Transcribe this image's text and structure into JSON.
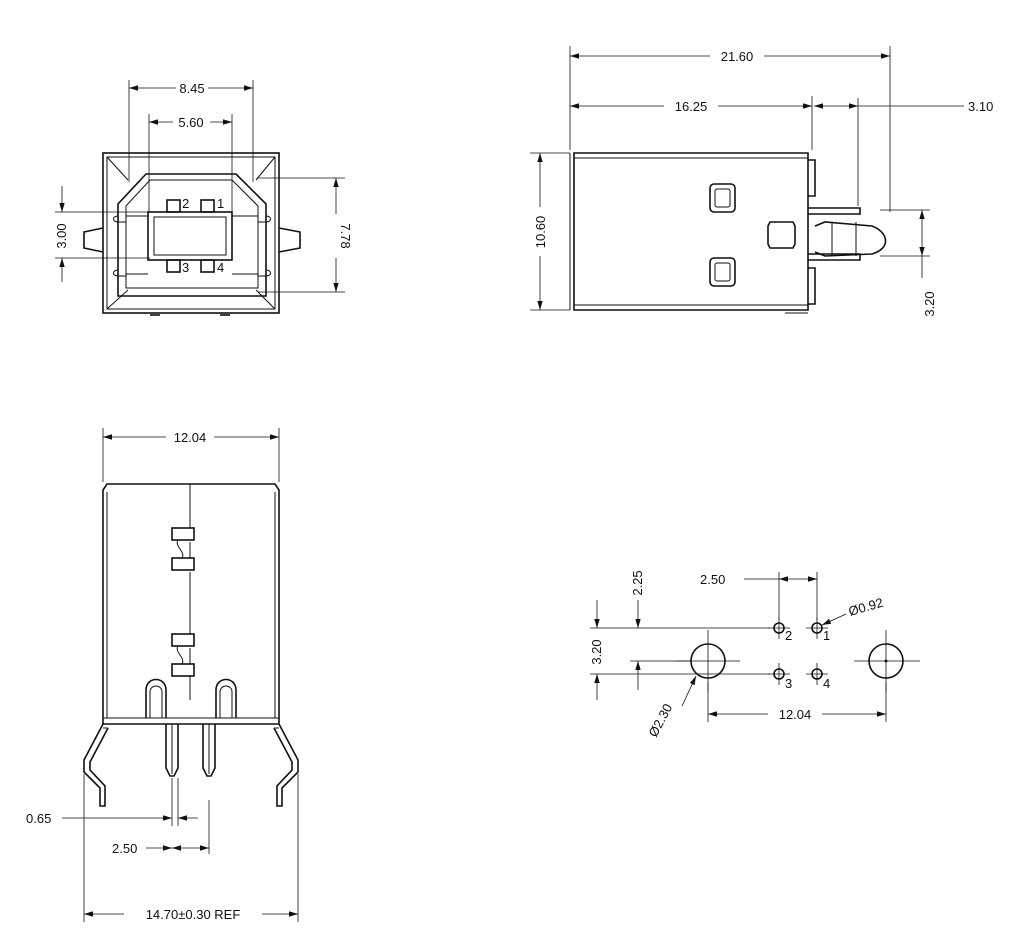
{
  "front_view": {
    "dim_width_outer": "8.45",
    "dim_width_inner": "5.60",
    "dim_height_left": "3.00",
    "dim_height_right": "7.78",
    "pins": [
      "1",
      "2",
      "3",
      "4"
    ]
  },
  "side_view": {
    "dim_total_length": "21.60",
    "dim_body_length": "16.25",
    "dim_pin_offset": "3.10",
    "dim_height": "10.60",
    "dim_pin_spacing": "3.20"
  },
  "top_view": {
    "dim_width": "12.04",
    "dim_pin_thickness": "0.65",
    "dim_pin_pitch": "2.50",
    "dim_overall": "14.70±0.30 REF"
  },
  "footprint": {
    "dim_pin_pitch_x": "2.50",
    "dim_offset_y": "2.25",
    "dim_pin_pitch_y": "3.20",
    "dim_hole_small": "Ø0.92",
    "dim_hole_large": "Ø2.30",
    "dim_mount_spacing": "12.04",
    "pins": [
      "1",
      "2",
      "3",
      "4"
    ]
  }
}
